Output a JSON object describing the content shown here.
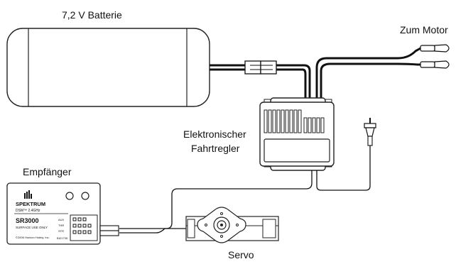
{
  "labels": {
    "battery": "7,2 V Batterie",
    "motor": "Zum Motor",
    "esc_line1": "Elektronischer",
    "esc_line2": "Fahrtregler",
    "receiver": "Empfänger",
    "servo": "Servo"
  },
  "receiver_face": {
    "brand": "SPEKTRUM",
    "tech": "DSM™ 2.4GHz",
    "model": "SR3000",
    "usage": "SURFACE USE ONLY",
    "copyright": "©2006 Horizon Hobby, Inc.",
    "port_labels": [
      "AUX",
      "THR",
      "STR"
    ],
    "part_no": "BIZ1735"
  }
}
